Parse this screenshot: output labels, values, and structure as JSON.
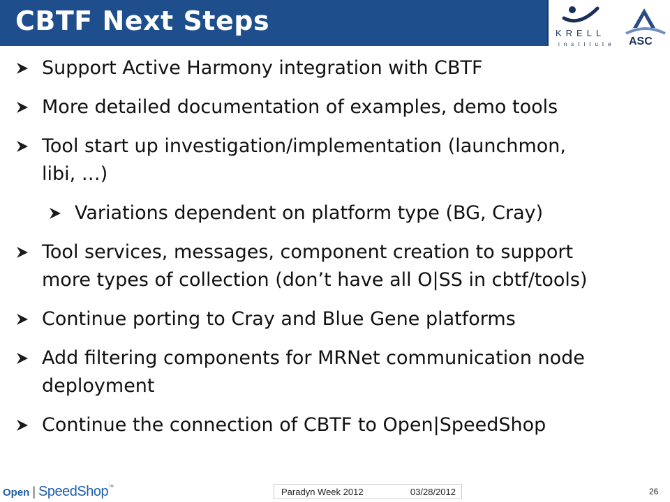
{
  "slide": {
    "title": "CBTF Next Steps",
    "bullets": [
      {
        "level": 1,
        "lines": [
          "Support Active Harmony integration with CBTF"
        ]
      },
      {
        "level": 1,
        "lines": [
          "More detailed documentation of examples, demo tools"
        ]
      },
      {
        "level": 1,
        "lines": [
          "Tool start up investigation/implementation (launchmon,",
          "libi, …)"
        ]
      },
      {
        "level": 2,
        "lines": [
          "Variations dependent on platform type (BG, Cray)"
        ]
      },
      {
        "level": 1,
        "lines": [
          "Tool services, messages, component creation to support",
          "more types of collection (don’t have all O|SS in cbtf/tools)"
        ]
      },
      {
        "level": 1,
        "lines": [
          "Continue porting to Cray and Blue Gene platforms"
        ]
      },
      {
        "level": 1,
        "lines": [
          "Add filtering components for MRNet communication node",
          "deployment"
        ]
      },
      {
        "level": 1,
        "lines": [
          "Continue the connection of CBTF to Open|SpeedShop"
        ]
      }
    ]
  },
  "logos": {
    "krell_text": "KRELL",
    "krell_subtext": "institute",
    "asc_text": "ASC"
  },
  "footer": {
    "logo_open": "Open",
    "logo_sep": "|",
    "logo_speedshop": "SpeedShop",
    "logo_tm": "™",
    "event": "Paradyn Week 2012",
    "date": "03/28/2012",
    "page": "26"
  },
  "colors": {
    "title_bar": "#1f4e8c",
    "bullet_marker": "#1a1a1a",
    "brand_blue": "#1f5fa8"
  }
}
